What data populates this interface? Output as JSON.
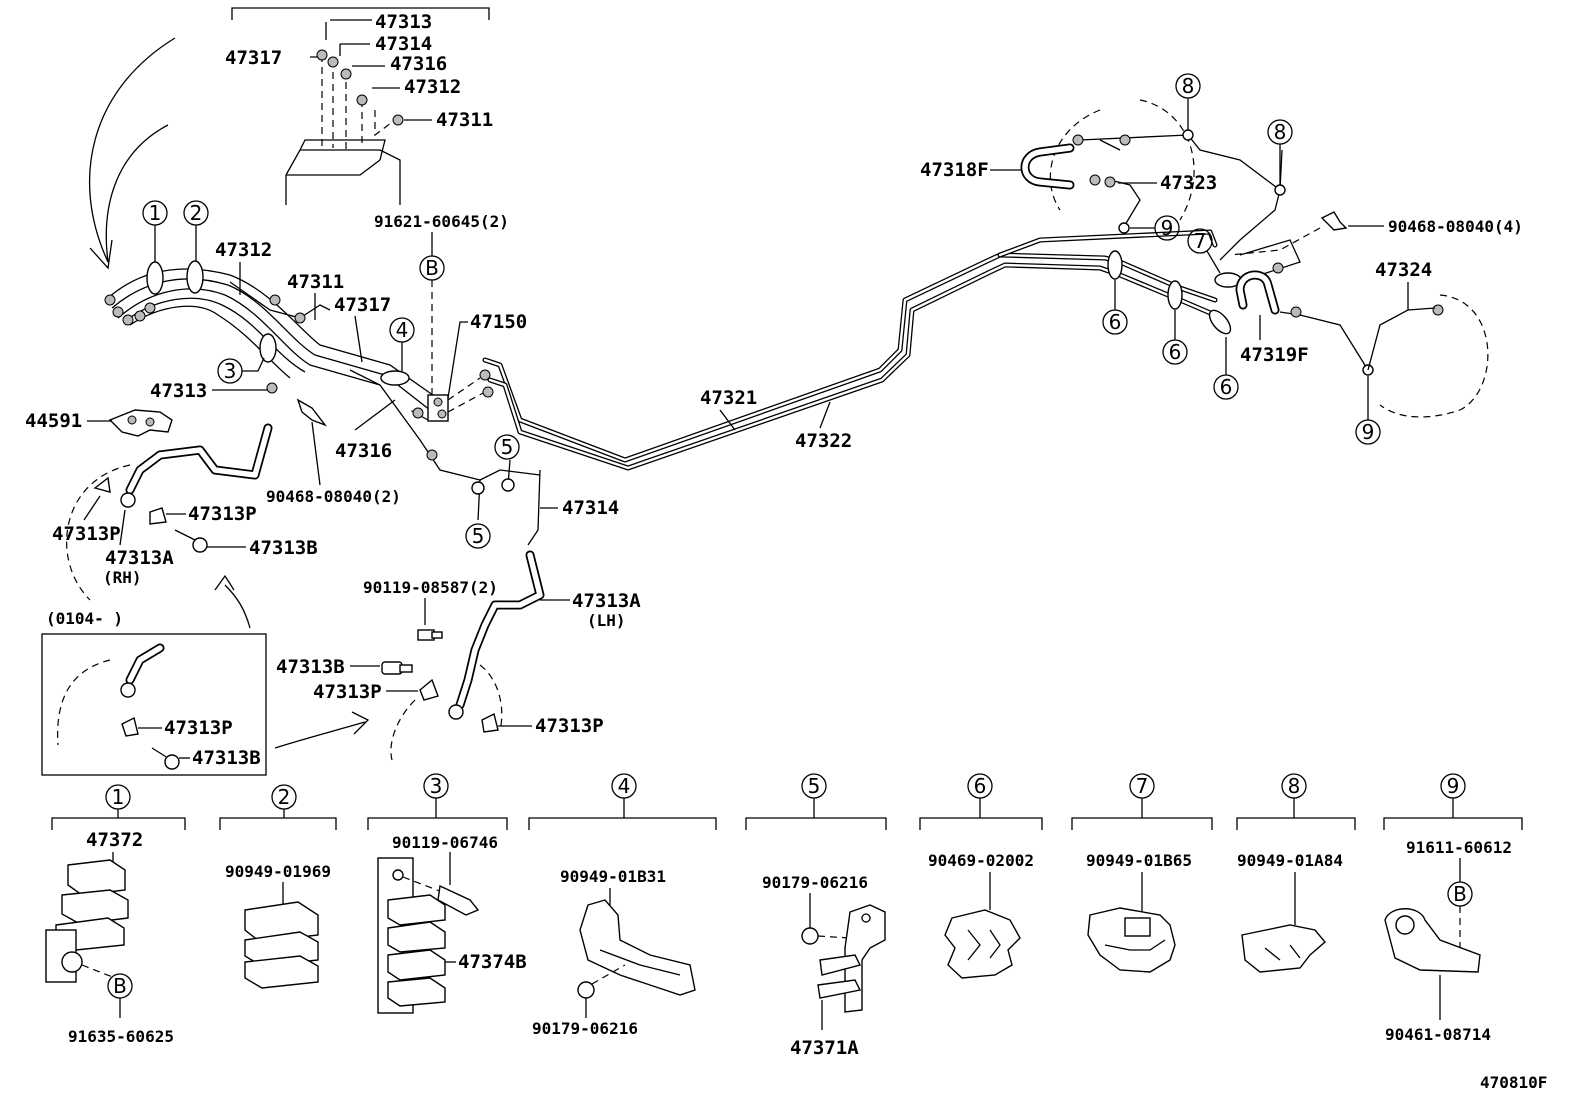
{
  "labels": {
    "p47313_top": "47313",
    "p47314_top": "47314",
    "p47317_top": "47317",
    "p47316_top": "47316",
    "p47312_top": "47312",
    "p47311_top": "47311",
    "p47312": "47312",
    "p47311": "47311",
    "p47317": "47317",
    "p47313": "47313",
    "p44591": "44591",
    "p47316": "47316",
    "p47150": "47150",
    "p91621": "91621-60645(2)",
    "p90468a": "90468-08040(2)",
    "p47313P_1": "47313P",
    "p47313P_2": "47313P",
    "p47313A_rh": "47313A",
    "rh": "(RH)",
    "p47313B_1": "47313B",
    "date_box": "(0104-      )",
    "p47313P_3": "47313P",
    "p47313B_2": "47313B",
    "p90119a": "90119-08587(2)",
    "p47313A_lh": "47313A",
    "lh": "(LH)",
    "p47313B_3": "47313B",
    "p47313P_4": "47313P",
    "p47313P_5": "47313P",
    "p47314": "47314",
    "p47321": "47321",
    "p47322": "47322",
    "p47318F": "47318F",
    "p47323": "47323",
    "p90468b": "90468-08040(4)",
    "p47324": "47324",
    "p47319F": "47319F",
    "g1_47372": "47372",
    "g1_91635": "91635-60625",
    "g2_90949": "90949-01969",
    "g3_90119": "90119-06746",
    "g3_47374B": "47374B",
    "g4_90949": "90949-01B31",
    "g4_90179": "90179-06216",
    "g5_90179": "90179-06216",
    "g5_47371A": "47371A",
    "g6_90469": "90469-02002",
    "g7_90949": "90949-01B65",
    "g8_90949": "90949-01A84",
    "g9_91611": "91611-60612",
    "g9_90461": "90461-08714",
    "diagram_code": "470810F"
  },
  "callouts": {
    "c1": "1",
    "c2": "2",
    "c3": "3",
    "c4": "4",
    "c5": "5",
    "c6": "6",
    "c7": "7",
    "c8": "8",
    "c9": "9",
    "B": "B"
  }
}
